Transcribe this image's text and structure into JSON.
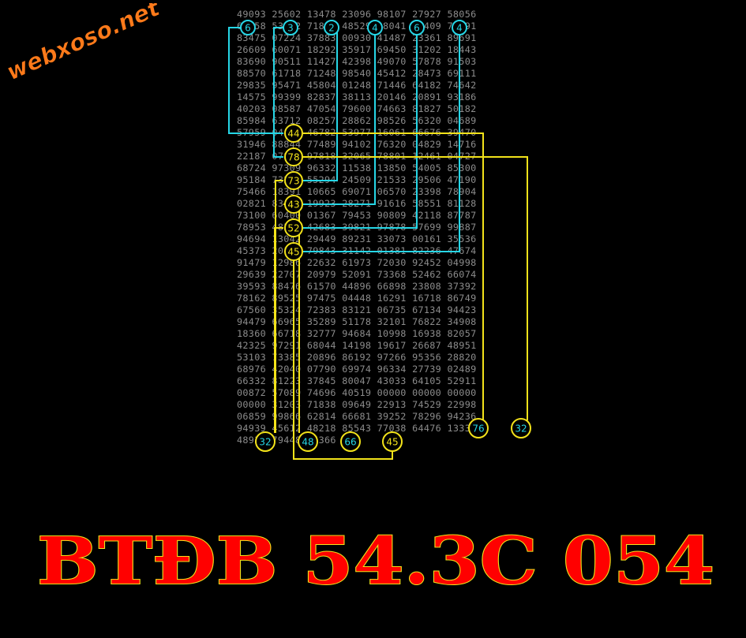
{
  "watermark": {
    "text": "webxoso.net"
  },
  "grid_rows": [
    "49093 25602 13478 23096 98107 27927 58056",
    "63658 53142 71837 48529 38041 25409 71391",
    "83475 07224 37883 00930 41487 23361 89691",
    "26609 60071 18292 35917 69450 31202 18443",
    "83690 90511 11427 42398 49070 57878 91503",
    "88570 61718 71248 98540 45412 28473 69111",
    "29835 95471 45804 01248 71446 64182 74642",
    "14575 99399 82837 38113 20146 20891 93186",
    "40203 08587 47054 79600 74663 81827 50182",
    "85984 63712 08257 28862 98526 56320 04689",
    "57959 04484 46782 53977 16061 66676 39470",
    "31946 88844 77489 94102 76320 04829 14716",
    "22187 07813 97818 32065 78801 12461 04727",
    "68724 97309 96332 11538 13850 54005 85300",
    "95184 73201 55294 24509 21533 29506 47190",
    "75466 18391 10665 69071 06570 23398 78904",
    "02821 83488 19923 28271 91616 58551 81128",
    "73100 60400 01367 79453 90809 42118 87787",
    "78953 48526 42683 39821 97878 57699 99887",
    "94694 13042 29449 89231 33073 00161 35536",
    "45373 20145 79843 31142 01381 82236 47674",
    "91479 12986 22632 61973 72030 92452 04998",
    "29639 22707 20979 52091 73368 52462 66074",
    "39593 88476 61570 44896 66898 23808 37392",
    "78162 89525 97475 04448 16291 16718 86749",
    "67560 35324 72383 83121 06735 67134 94423",
    "94479 66965 35289 51178 32101 76822 34908",
    "18360 66718 32777 94684 10998 16938 82057",
    "42325 97291 68044 14198 19617 26687 48951",
    "53103 73385 20896 86192 97266 95356 28820",
    "68976 42040 07790 69974 96334 27739 02489",
    "66332 81223 37845 80047 43033 64105 52911",
    "00872 57089 74696 40519 00000 00000 00000",
    "00000 31203 71838 09649 22913 74529 22998",
    "06859 99866 62814 66681 39252 78296 94236",
    "94939 45612 48218 85543 77038 64476 13332",
    "48932 79448 45366 45"
  ],
  "markers_top": [
    "6",
    "3",
    "2",
    "4",
    "6",
    "4"
  ],
  "markers_mid": [
    "44",
    "78",
    "73",
    "43",
    "52",
    "45"
  ],
  "markers_bottom": [
    "32",
    "48",
    "66",
    "45",
    "76",
    "32"
  ],
  "colors": {
    "cyan": "#26d6e6",
    "yellow": "#f2e21a",
    "banner_red": "#ff0000",
    "watermark_orange": "#ff7a1a"
  },
  "banner": {
    "text": "BTĐB 54.3C 054"
  }
}
